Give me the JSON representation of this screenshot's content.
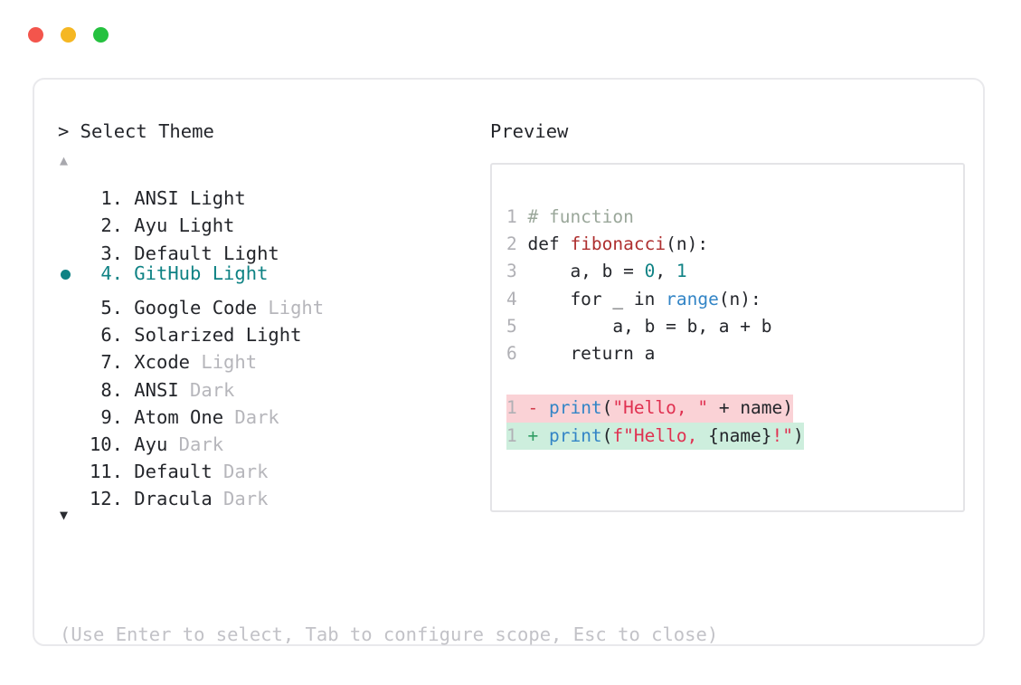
{
  "window": {
    "dots": [
      {
        "name": "close-dot",
        "color": "#f3554c"
      },
      {
        "name": "minimize-dot",
        "color": "#f5b723"
      },
      {
        "name": "maximize-dot",
        "color": "#25c13f"
      }
    ]
  },
  "colors": {
    "accent_teal": "#0f8284",
    "text": "#24262b",
    "muted": "#b6b6bb",
    "hint": "#c2c2c7",
    "border": "#e9e9ec",
    "diff_del_bg": "#fad2d6",
    "diff_add_bg": "#cdeedd"
  },
  "prompt": {
    "marker": ">",
    "title": "Select Theme",
    "full": "> Select Theme"
  },
  "scroll": {
    "up_icon": "▲",
    "down_icon": "▼"
  },
  "themes": {
    "selected_index": 4,
    "items": [
      {
        "num": "1.",
        "name": "ANSI",
        "variant": "Light",
        "variant_muted": false,
        "selected": false
      },
      {
        "num": "2.",
        "name": "Ayu",
        "variant": "Light",
        "variant_muted": false,
        "selected": false
      },
      {
        "num": "3.",
        "name": "Default",
        "variant": "Light",
        "variant_muted": false,
        "selected": false
      },
      {
        "num": "4.",
        "name": "GitHub",
        "variant": "Light",
        "variant_muted": false,
        "selected": true
      },
      {
        "num": "5.",
        "name": "Google Code",
        "variant": "Light",
        "variant_muted": true,
        "selected": false
      },
      {
        "num": "6.",
        "name": "Solarized",
        "variant": "Light",
        "variant_muted": false,
        "selected": false
      },
      {
        "num": "7.",
        "name": "Xcode",
        "variant": "Light",
        "variant_muted": true,
        "selected": false
      },
      {
        "num": "8.",
        "name": "ANSI",
        "variant": "Dark",
        "variant_muted": true,
        "selected": false
      },
      {
        "num": "9.",
        "name": "Atom One",
        "variant": "Dark",
        "variant_muted": true,
        "selected": false
      },
      {
        "num": "10.",
        "name": "Ayu",
        "variant": "Dark",
        "variant_muted": true,
        "selected": false
      },
      {
        "num": "11.",
        "name": "Default",
        "variant": "Dark",
        "variant_muted": true,
        "selected": false
      },
      {
        "num": "12.",
        "name": "Dracula",
        "variant": "Dark",
        "variant_muted": true,
        "selected": false
      }
    ]
  },
  "hint": "(Use Enter to select, Tab to configure scope, Esc to close)",
  "preview": {
    "title": "Preview",
    "code_lines": [
      {
        "ln": "1",
        "tokens": [
          {
            "t": "# function",
            "c": "t-comment"
          }
        ]
      },
      {
        "ln": "2",
        "tokens": [
          {
            "t": "def ",
            "c": "t-kw"
          },
          {
            "t": "fibonacci",
            "c": "t-fn"
          },
          {
            "t": "(n):",
            "c": "t-plain"
          }
        ]
      },
      {
        "ln": "3",
        "tokens": [
          {
            "t": "    a, b = ",
            "c": "t-plain"
          },
          {
            "t": "0",
            "c": "t-num"
          },
          {
            "t": ", ",
            "c": "t-plain"
          },
          {
            "t": "1",
            "c": "t-num"
          }
        ]
      },
      {
        "ln": "4",
        "tokens": [
          {
            "t": "    for _ in ",
            "c": "t-plain"
          },
          {
            "t": "range",
            "c": "t-builtin"
          },
          {
            "t": "(n):",
            "c": "t-plain"
          }
        ]
      },
      {
        "ln": "5",
        "tokens": [
          {
            "t": "        a, b = b, a + b",
            "c": "t-plain"
          }
        ]
      },
      {
        "ln": "6",
        "tokens": [
          {
            "t": "    return a",
            "c": "t-plain"
          }
        ]
      },
      {
        "ln": "",
        "tokens": []
      }
    ],
    "diff_lines": [
      {
        "ln": "1",
        "kind": "del",
        "sign": "-",
        "tokens": [
          {
            "t": "print",
            "c": "t-builtin"
          },
          {
            "t": "(",
            "c": "t-plain"
          },
          {
            "t": "\"Hello, \"",
            "c": "t-str"
          },
          {
            "t": " + name)",
            "c": "t-plain"
          }
        ]
      },
      {
        "ln": "1",
        "kind": "add",
        "sign": "+",
        "tokens": [
          {
            "t": "print",
            "c": "t-builtin"
          },
          {
            "t": "(",
            "c": "t-plain"
          },
          {
            "t": "f\"Hello, ",
            "c": "t-str"
          },
          {
            "t": "{name}",
            "c": "t-plain"
          },
          {
            "t": "!\"",
            "c": "t-str"
          },
          {
            "t": ")",
            "c": "t-plain"
          }
        ]
      }
    ]
  }
}
